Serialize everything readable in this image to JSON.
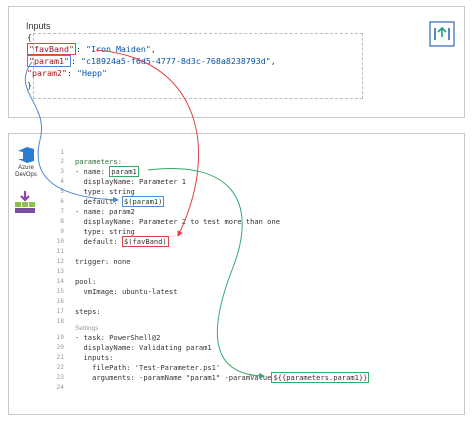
{
  "inputs": {
    "title": "Inputs",
    "json_lines": [
      {
        "open": "{"
      },
      {
        "key": "\"favBand\"",
        "sep": ": ",
        "value": "\"Iron Maiden\"",
        "tail": ","
      },
      {
        "key": "\"param1\"",
        "sep": ": ",
        "value": "\"c18924a5-f6d5-4777-8d3c-768a8238793d\"",
        "tail": ","
      },
      {
        "key": "\"param2\"",
        "sep": ": ",
        "value": "\"Hepp\""
      },
      {
        "close": "}"
      }
    ]
  },
  "logo": {
    "label_line1": "Azure",
    "label_line2": "DevOps"
  },
  "code": {
    "line_numbers": [
      "1",
      "2",
      "3",
      "4",
      "5",
      "6",
      "7",
      "8",
      "9",
      "10",
      "11",
      "12",
      "13",
      "14",
      "15",
      "16",
      "17",
      "18",
      "19",
      "20",
      "21",
      "22",
      "23",
      "24"
    ],
    "l2": "parameters:",
    "l3_key": "- name:",
    "l3_val": "param1",
    "l4": "  displayName: Parameter 1",
    "l5": "  type: string",
    "l6_key": "  default:",
    "l6_val": "$(param1)",
    "l7": "- name: param2",
    "l8": "  displayName: Parameter 2 to test more than one",
    "l9": "  type: string",
    "l10_key": "  default:",
    "l10_val": "$(favBand)",
    "l12": "trigger: none",
    "l14": "pool:",
    "l15": "  vmImage: ubuntu-latest",
    "l17": "steps:",
    "settings": "Settings",
    "l19": "- task: PowerShell@2",
    "l20": "  displayName: Validating param1",
    "l21": "  inputs:",
    "l22": "    filePath: 'Test-Parameter.ps1'",
    "l23": "    arguments: -paramName \"param1\" -paramValue",
    "l23_val": "${{parameters.param1}}"
  },
  "colors": {
    "red": "#e04343",
    "blue": "#4a8ad1",
    "green": "#36a86a"
  }
}
